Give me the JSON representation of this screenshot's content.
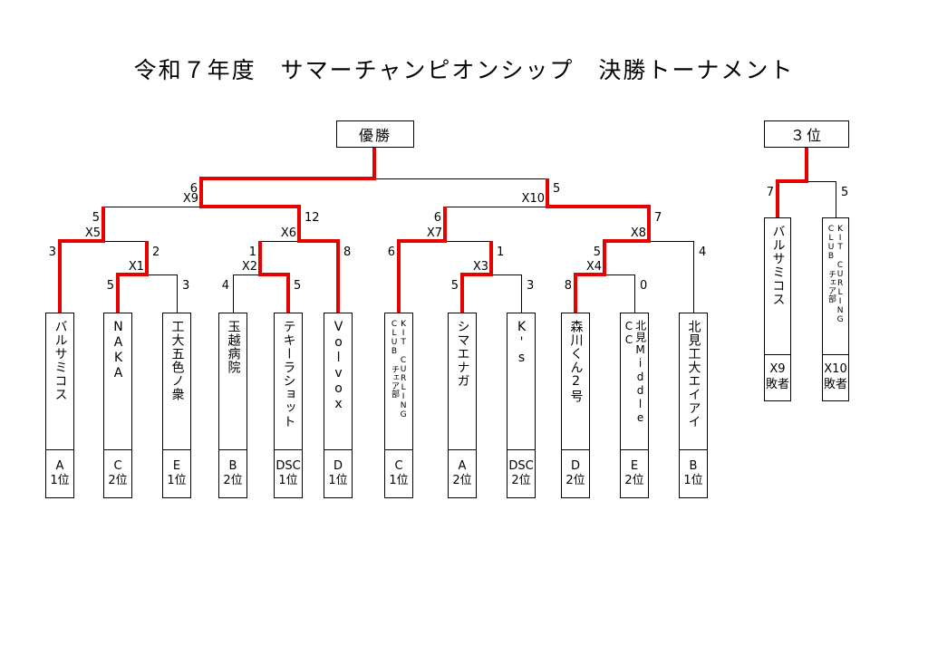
{
  "title": "令和７年度　サマーチャンピオンシップ　決勝トーナメント",
  "champion": {
    "label": "優勝"
  },
  "final": {
    "left_score": "6",
    "right_score": "5"
  },
  "matches": {
    "x1": {
      "label": "X1",
      "left_score": "5",
      "right_score": "3"
    },
    "x2": {
      "label": "X2",
      "left_score": "4",
      "right_score": "5"
    },
    "x3": {
      "label": "X3",
      "left_score": "5",
      "right_score": "3"
    },
    "x4": {
      "label": "X4",
      "left_score": "8",
      "right_score": "0"
    },
    "x5": {
      "label": "X5",
      "left_score": "3",
      "right_score": "2"
    },
    "x6": {
      "label": "X6",
      "left_score": "1",
      "right_score": "8"
    },
    "x7": {
      "label": "X7",
      "left_score": "6",
      "right_score": "1"
    },
    "x8": {
      "label": "X8",
      "left_score": "5",
      "right_score": "4"
    },
    "x9": {
      "label": "X9",
      "left_score": "5",
      "right_score": "12"
    },
    "x10": {
      "label": "X10",
      "left_score": "6",
      "right_score": "7"
    }
  },
  "teams": [
    {
      "name": "バルサミコス",
      "group": "A",
      "rank": "1位"
    },
    {
      "name": "NAKA",
      "group": "C",
      "rank": "2位"
    },
    {
      "name": "工大五色ノ衆",
      "group": "E",
      "rank": "1位"
    },
    {
      "name": "玉越病院",
      "group": "B",
      "rank": "2位"
    },
    {
      "name": "テキーラショット",
      "group": "DSC",
      "rank": "1位"
    },
    {
      "name": "Volvox",
      "group": "D",
      "rank": "1位"
    },
    {
      "name": "KIT CURLING CLUB チェア部",
      "group": "C",
      "rank": "1位"
    },
    {
      "name": "シマエナガ",
      "group": "A",
      "rank": "2位"
    },
    {
      "name": "K's",
      "group": "DSC",
      "rank": "2位"
    },
    {
      "name": "森川くん2号",
      "group": "D",
      "rank": "2位"
    },
    {
      "name": "北見Middle CC",
      "group": "E",
      "rank": "2位"
    },
    {
      "name": "北見工大エイアイ",
      "group": "B",
      "rank": "1位"
    }
  ],
  "third_place": {
    "label": "３位",
    "left": {
      "name": "バルサミコス",
      "source": "X9",
      "result": "敗者",
      "score": "7"
    },
    "right": {
      "name": "KIT CURLING CLUB チェア部",
      "source": "X10",
      "result": "敗者",
      "score": "5"
    }
  },
  "colors": {
    "winner_path": "#e60000",
    "line": "#000000"
  }
}
